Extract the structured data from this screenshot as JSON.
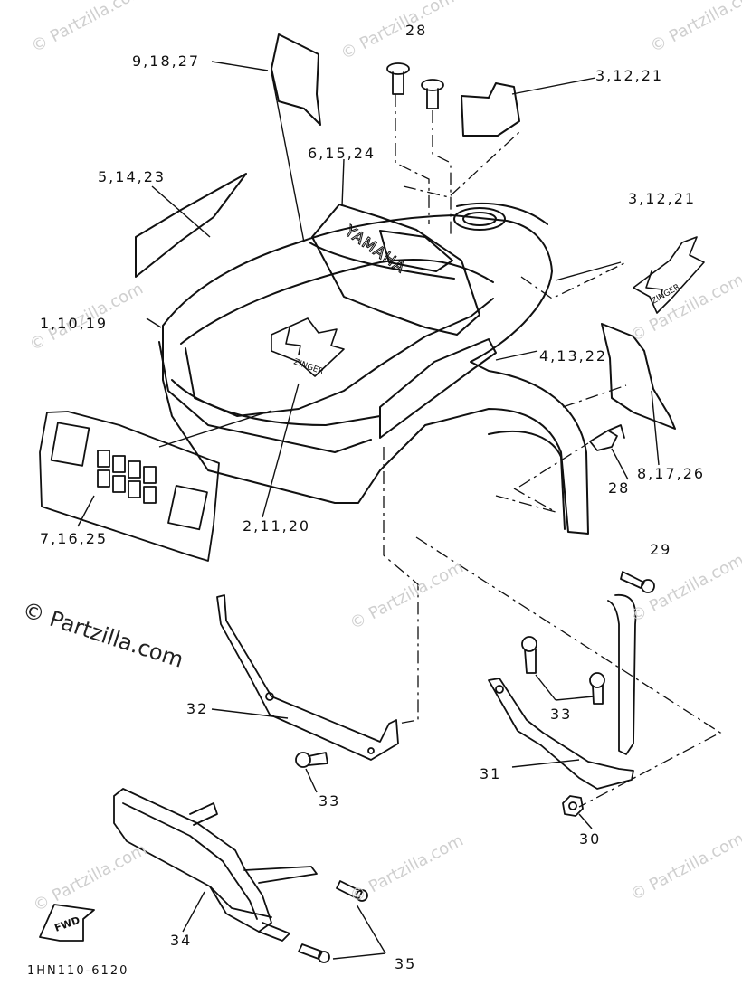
{
  "watermark": {
    "main": "© Partzilla.com",
    "tiles": [
      "© Partzilla.com",
      "© Partzilla.com",
      "© Partzilla.com",
      "© Partzilla.com",
      "© Partzilla.com",
      "© Partzilla.com",
      "© Partzilla.com",
      "© Partzilla.com",
      "© Partzilla.com",
      "© Partzilla.com"
    ]
  },
  "embossed": {
    "brand": "YAMAHA",
    "model_badge": "ZINGER",
    "fwd": "FWD"
  },
  "callouts": {
    "c_9_18_27": "9,18,27",
    "c_28_top": "28",
    "c_3_12_21_top": "3,12,21",
    "c_6_15_24": "6,15,24",
    "c_5_14_23": "5,14,23",
    "c_3_12_21_mid": "3,12,21",
    "c_1_10_19": "1,10,19",
    "c_4_13_22": "4,13,22",
    "c_8_17_26": "8,17,26",
    "c_28_side": "28",
    "c_7_16_25": "7,16,25",
    "c_2_11_20": "2,11,20",
    "c_29": "29",
    "c_32": "32",
    "c_33_left": "33",
    "c_33_right": "33",
    "c_31": "31",
    "c_30": "30",
    "c_34": "34",
    "c_35": "35"
  },
  "diagram_code": "1HN110-6120"
}
